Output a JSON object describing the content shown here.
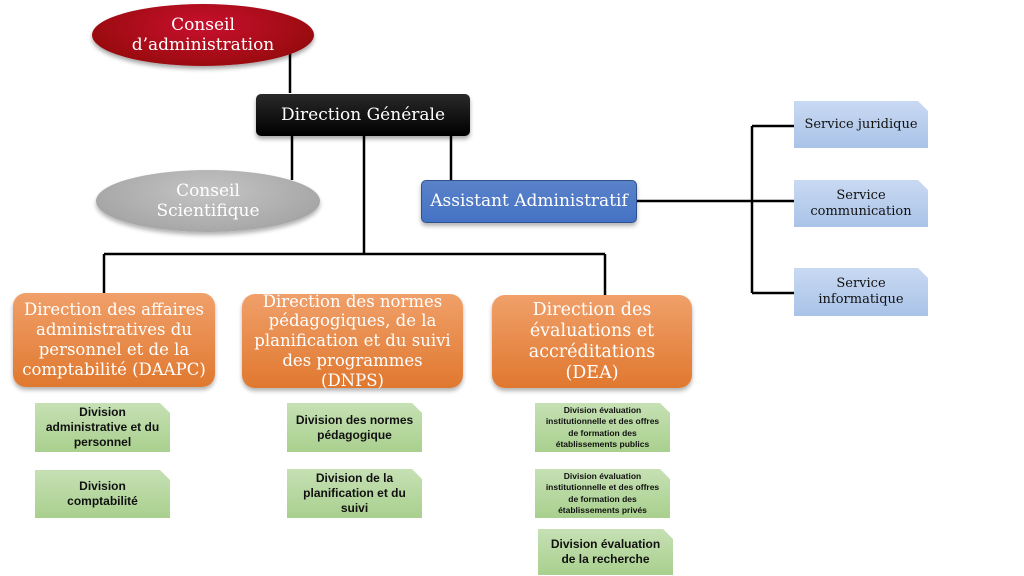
{
  "governance": {
    "conseil_administration": "Conseil d’administration",
    "direction_generale": "Direction Générale",
    "conseil_scientifique": "Conseil Scientifique",
    "assistant_administratif": "Assistant Administratif"
  },
  "services": {
    "juridique": "Service juridique",
    "communication": "Service communication",
    "informatique": "Service informatique"
  },
  "directions": {
    "daapc": "Direction des affaires administratives du personnel et de la comptabilité (DAAPC)",
    "dnps": "Direction des normes pédagogiques, de la planification et du suivi des programmes (DNPS)",
    "dea": "Direction des évaluations et accréditations (DEA)"
  },
  "divisions": {
    "daapc": [
      "Division administrative et du personnel",
      "Division comptabilité"
    ],
    "dnps": [
      "Division des normes pédagogique",
      "Division de la planification et du suivi"
    ],
    "dea": [
      "Division évaluation institutionnelle et des offres de formation des établissements publics",
      "Division évaluation institutionnelle et des offres de formation des établissements privés",
      "Division évaluation de la recherche"
    ]
  },
  "colors": {
    "conseil_administration": "#a50e13",
    "direction_generale": "#000000",
    "conseil_scientifique": "#a6a6a6",
    "assistant_administratif": "#4472c4",
    "services": "#b4c7e7",
    "directions": "#e8864a",
    "divisions": "#a9d08e"
  }
}
